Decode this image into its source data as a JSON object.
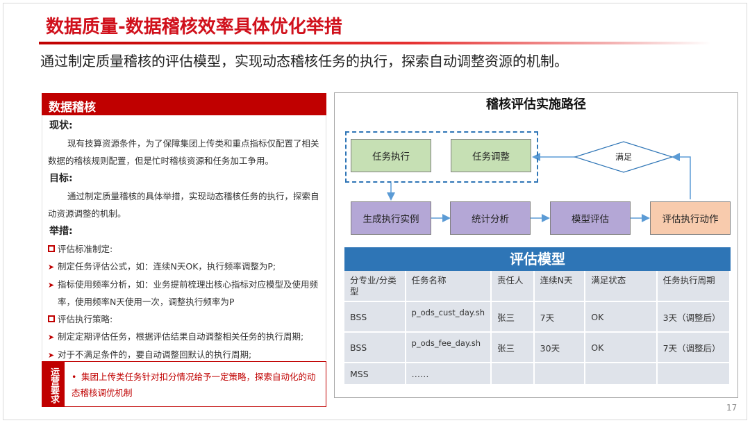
{
  "page": {
    "title": "数据质量-数据稽核效率具体优化举措",
    "subtitle": "通过制定质量稽核的评估模型，实现动态稽核任务的执行，探索自动调整资源的机制。",
    "page_number": "17"
  },
  "left": {
    "header": "数据稽核",
    "status_head": "现状:",
    "status_text": "现有技算资源条件，为了保障集团上传类和重点指标仅配置了相关数据的稽核规则配置，但是忙时稽核资源和任务加工争用。",
    "goal_head": "目标:",
    "goal_text": "通过制定质量稽核的具体举措，实现动态稽核任务的执行，探索自动资源调整的机制。",
    "measures_head": "举措:",
    "items": [
      {
        "type": "square",
        "text": "评估标准制定:"
      },
      {
        "type": "arrow",
        "text": "制定任务评估公式，如：连续N天OK，执行频率调整为P;"
      },
      {
        "type": "arrow",
        "text": "指标使用频率分析，如：业务提前梳理出核心指标对应模型及使用频率，使用频率N天使用一次，调整执行频率为P"
      },
      {
        "type": "square",
        "text": "评估执行策略:"
      },
      {
        "type": "arrow",
        "text": "制定定期评估任务，根据评估结果自动调整相关任务的执行周期;"
      },
      {
        "type": "arrow",
        "text": "对于不满足条件的，要自动调整回默认的执行周期;"
      }
    ],
    "ops_tag": "运营要求",
    "ops_text": "集团上传类任务针对扣分情况给予一定策略，探索自动化的动态稽核调优机制"
  },
  "right": {
    "title": "稽核评估实施路径",
    "nodes": {
      "task_exec": "任务执行",
      "task_adjust": "任务调整",
      "satisfy": "满足",
      "gen_instance": "生成执行实例",
      "stat": "统计分析",
      "model_eval": "模型评估",
      "eval_action": "评估执行动作"
    },
    "colors": {
      "green": "#c6e0b4",
      "purple": "#b4a7d6",
      "orange": "#f8cbad",
      "blue": "#2e75b6"
    },
    "eval_model_title": "评估模型",
    "table": {
      "headers": [
        "分专业/分类型",
        "任务名称",
        "责任人",
        "连续N天",
        "满足状态",
        "任务执行周期"
      ],
      "rows": [
        [
          "BSS",
          "p_ods_cust_day.sh",
          "张三",
          "7天",
          "OK",
          "3天（调整后）"
        ],
        [
          "BSS",
          "p_ods_fee_day.sh",
          "张三",
          "30天",
          "OK",
          "7天（调整后）"
        ],
        [
          "MSS",
          "……",
          "",
          "",
          "",
          ""
        ]
      ]
    }
  }
}
